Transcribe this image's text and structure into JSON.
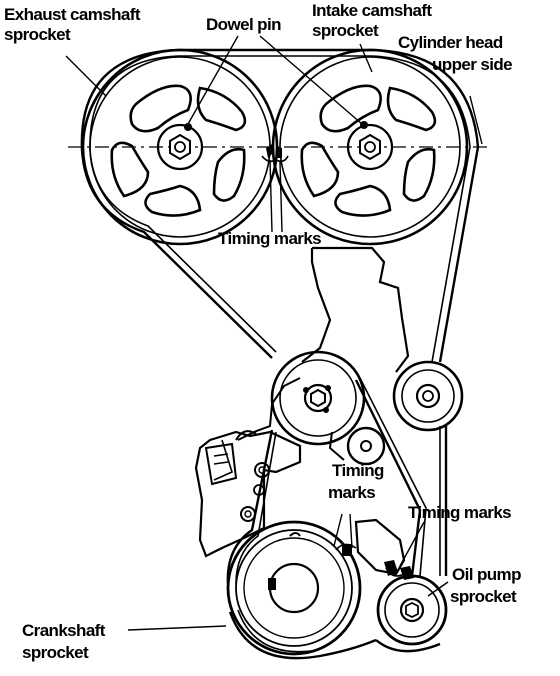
{
  "colors": {
    "ink": "#000000",
    "paper": "#ffffff"
  },
  "labels": {
    "exhaust_camshaft_sprocket": [
      "Exhaust camshaft",
      "sprocket"
    ],
    "dowel_pin": "Dowel pin",
    "intake_camshaft_sprocket": [
      "Intake camshaft",
      "sprocket"
    ],
    "cylinder_head_upper_side": [
      "Cylinder head",
      "upper side"
    ],
    "timing_marks_top": "Timing marks",
    "timing_marks_middle": [
      "Timing",
      "marks"
    ],
    "timing_marks_right": "Timing marks",
    "oil_pump_sprocket": [
      "Oil pump",
      "sprocket"
    ],
    "crankshaft_sprocket": [
      "Crankshaft",
      "sprocket"
    ]
  }
}
